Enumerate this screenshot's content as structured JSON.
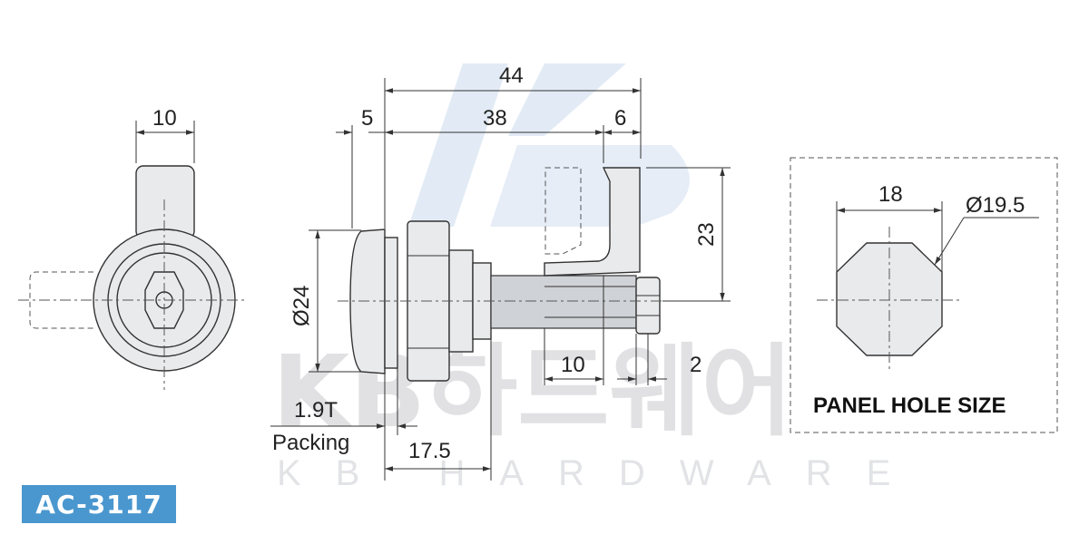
{
  "model": "AC-3117",
  "watermark": {
    "main": "KB하드웨어",
    "sub": "KB HARDWARE"
  },
  "dimensions": {
    "front_width": "10",
    "overall_length": "44",
    "flange": "5",
    "body_length": "38",
    "cam_thickness": "6",
    "cam_height": "23",
    "diameter": "Ø24",
    "shaft_10": "10",
    "nut_2": "2",
    "packing_thickness": "1.9T",
    "packing_label": "Packing",
    "panel_offset": "17.5"
  },
  "panel_hole": {
    "width": "18",
    "diameter": "Ø19.5",
    "label": "PANEL HOLE SIZE"
  }
}
